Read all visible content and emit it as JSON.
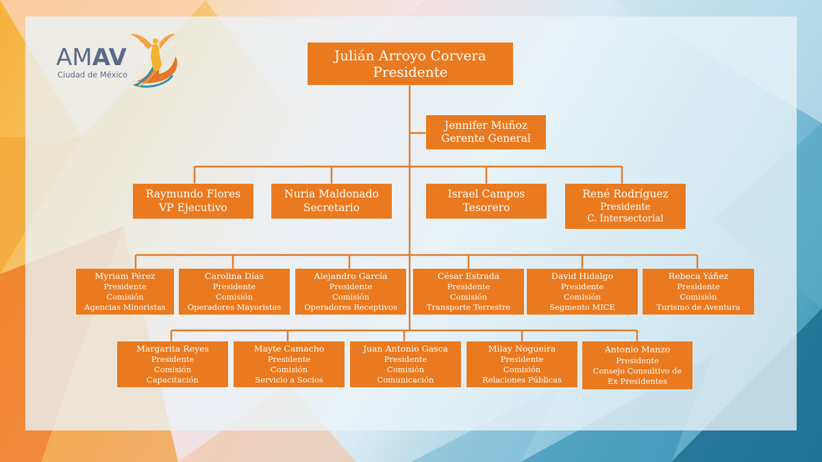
{
  "logo": {
    "text_light": "AM",
    "text_bold": "AV",
    "subtitle": "Ciudad de México"
  },
  "president": {
    "name": "Julián Arroyo Corvera",
    "role": "Presidente"
  },
  "general_manager": {
    "name": "Jennifer Muñoz",
    "role": "Gerente General"
  },
  "officers": [
    {
      "name": "Raymundo Flores",
      "lines": [
        "VP Ejecutivo"
      ]
    },
    {
      "name": "Nuria Maldonado",
      "lines": [
        "Secretario"
      ]
    },
    {
      "name": "Israel Campos",
      "lines": [
        "Tesorero"
      ]
    },
    {
      "name": "René Rodríguez",
      "lines": [
        "Presidente",
        "C. Intersectorial"
      ]
    }
  ],
  "commissions_row1": [
    {
      "name": "Myriam Pérez",
      "lines": [
        "Presidente",
        "Comisión",
        "Agencias Minoristas"
      ]
    },
    {
      "name": "Carolina Días",
      "lines": [
        "Presidente",
        "Comisión",
        "Operadores Mayoristas"
      ]
    },
    {
      "name": "Alejandro García",
      "lines": [
        "Presidente",
        "Comisión",
        "Operadores Receptivos"
      ]
    },
    {
      "name": "César Estrada",
      "lines": [
        "Presidente",
        "Comisión",
        "Transporte Terrestre"
      ]
    },
    {
      "name": "David Hidalgo",
      "lines": [
        "Presidente",
        "Comisión",
        "Segmento MICE"
      ]
    },
    {
      "name": "Rebeca Yáñez",
      "lines": [
        "Presidente",
        "Comisión",
        "Turismo de Aventura"
      ]
    }
  ],
  "commissions_row2": [
    {
      "name": "Margarita Reyes",
      "lines": [
        "Presidente",
        "Comisión",
        "Capacitación"
      ]
    },
    {
      "name": "Mayte Camacho",
      "lines": [
        "Presidente",
        "Comisión",
        "Servicio a Socios"
      ]
    },
    {
      "name": "Juan Antonio Gasca",
      "lines": [
        "Presidente",
        "Comisión",
        "Comunicación"
      ]
    },
    {
      "name": "Milay Nogueira",
      "lines": [
        "Presidente",
        "Comisión",
        "Relaciones Públicas"
      ]
    },
    {
      "name": "Antonio Manzo",
      "lines": [
        "Presidente",
        "Consejo Consultivo de",
        "Ex Presidentes"
      ]
    }
  ],
  "colors": {
    "box": "#e97a1f",
    "connector": "#e07a28",
    "text": "#ffffff"
  }
}
